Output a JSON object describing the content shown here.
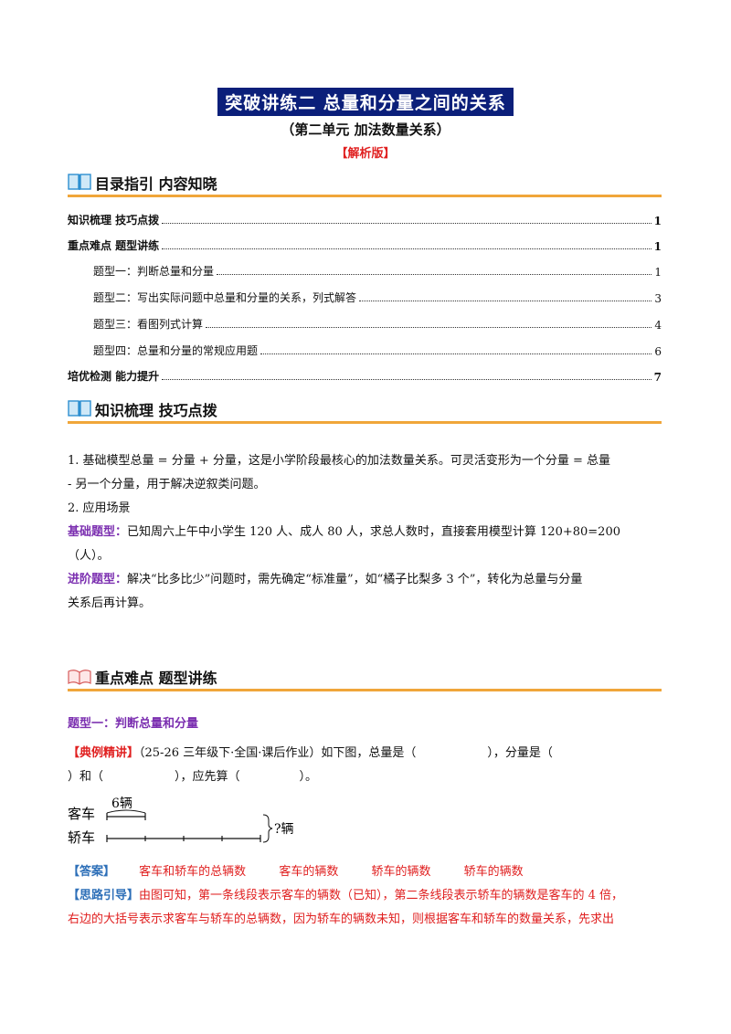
{
  "header": {
    "title": "突破讲练二 总量和分量之间的关系",
    "subtitle": "（第二单元 加法数量关系）",
    "edition": "【解析版】"
  },
  "toc": {
    "heading": "目录指引 内容知晓",
    "rows": [
      {
        "text": "知识梳理 技巧点拨",
        "page": "1",
        "level": "main"
      },
      {
        "text": "重点难点 题型讲练",
        "page": "1",
        "level": "main"
      },
      {
        "text": "题型一：判断总量和分量",
        "page": "1",
        "level": "sub"
      },
      {
        "text": "题型二：写出实际问题中总量和分量的关系，列式解答",
        "page": "3",
        "level": "sub"
      },
      {
        "text": "题型三：看图列式计算",
        "page": "4",
        "level": "sub"
      },
      {
        "text": "题型四：总量和分量的常规应用题",
        "page": "6",
        "level": "sub"
      },
      {
        "text": "培优检测 能力提升",
        "page": "7",
        "level": "main"
      }
    ]
  },
  "knowledge": {
    "heading": "知识梳理 技巧点拨",
    "p1_line1": "1. 基础模型总量 = 分量 + 分量，这是小学阶段最核心的加法数量关系。可灵活变形为一个分量 = 总量",
    "p1_line2": "- 另一个分量，用于解决逆叙类问题。",
    "p2": "2. 应用场景",
    "basic_label": "基础题型：",
    "basic_line1": "已知周六上午中小学生 120 人、成人 80 人，求总人数时，直接套用模型计算 120+80=200",
    "basic_line2": "（人）。",
    "adv_label": "进阶题型：",
    "adv_line1": "解决“比多比少”问题时，需先确定“标准量”，如“橘子比梨多 3 个”，转化为总量与分量",
    "adv_line2": "关系后再计算。"
  },
  "practice": {
    "heading": "重点难点 题型讲练",
    "type1_title": "题型一：判断总量和分量",
    "example_tag": "【典例精讲】",
    "example_line1": "（25-26 三年级下·全国·课后作业）如下图，总量是（　　　　　　），分量是（",
    "example_line2": "）和（　　　　　　），应先算（　　　　　）。",
    "figure": {
      "label_bus": "客车",
      "label_car": "轿车",
      "bus_count": "6辆",
      "total": "?辆"
    },
    "answer_tag": "【答案】",
    "answers": [
      "客车和轿车的总辆数",
      "客车的辆数",
      "轿车的辆数",
      "轿车的辆数"
    ],
    "hint_tag": "【思路引导】",
    "hint_line1": "由图可知，第一条线段表示客车的辆数（已知），第二条线段表示轿车的辆数是客车的 4 倍，",
    "hint_line2": "右边的大括号表示求客车与轿车的总辆数，因为轿车的辆数未知，则根据客车和轿车的数量关系，先求出"
  }
}
